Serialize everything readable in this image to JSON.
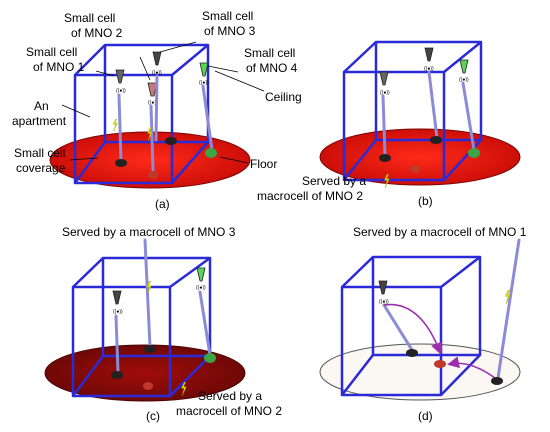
{
  "panel_a": {
    "caption": "(a)",
    "labels": {
      "mno2_line1": "Small cell",
      "mno2_line2": "of MNO 2",
      "mno3_line1": "Small cell",
      "mno3_line2": "of MNO 3",
      "mno1_line1": "Small cell",
      "mno1_line2": "of MNO 1",
      "mno4_line1": "Small cell",
      "mno4_line2": "of MNO 4",
      "ceiling": "Ceiling",
      "apt_line1": "An",
      "apt_line2": "apartment",
      "coverage_line1": "Small cell",
      "coverage_line2": "coverage",
      "floor": "Floor"
    }
  },
  "panel_b": {
    "caption": "(b)",
    "served_line1": "Served by a",
    "served_line2": "macrocell of MNO 2"
  },
  "panel_c": {
    "caption": "(c)",
    "served_top": "Served by a macrocell of MNO 3",
    "served_line1": "Served by a",
    "served_line2": "macrocell of MNO 2"
  },
  "panel_d": {
    "caption": "(d)",
    "served_top": "Served by a macrocell of MNO 1"
  },
  "colors": {
    "box": "#2a2ad8",
    "floor_bright": "#e0120c",
    "floor_dark": "#8a0a08",
    "floor_white": "#fbf7f2",
    "link": "#8b8bd8",
    "bolt": "#e6e600",
    "device_red": "#c0392b",
    "device_green": "#3aa646",
    "arrow_purple": "#9b2fae"
  }
}
